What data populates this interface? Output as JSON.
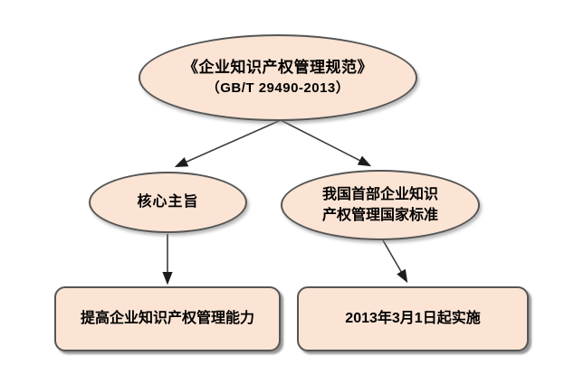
{
  "diagram": {
    "title_node": {
      "line1": "《企业知识产权管理规范》",
      "line2": "（GB/T 29490-2013）"
    },
    "core_purpose_node": {
      "label": "核心主旨"
    },
    "first_standard_node": {
      "line1": "我国首部企业知识",
      "line2": "产权管理国家标准"
    },
    "improve_ability_node": {
      "label": "提高企业知识产权管理能力"
    },
    "implementation_date_node": {
      "label": "2013年3月1日起实施"
    },
    "colors": {
      "shape_fill": "#fbe4d4",
      "shape_border": "#555555",
      "arrow": "#3d3d3d",
      "text": "#000000",
      "background": "#ffffff"
    }
  }
}
